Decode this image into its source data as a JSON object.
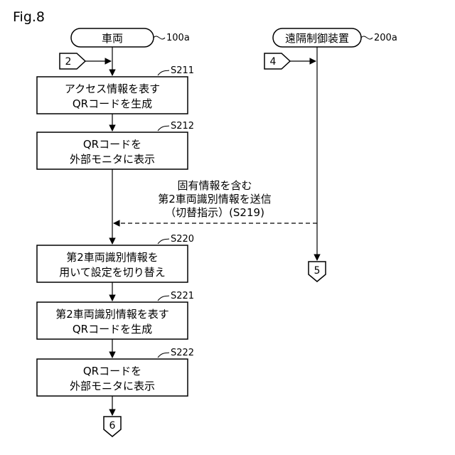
{
  "figure_label": "Fig.8",
  "vehicle": {
    "label": "車両",
    "ref": "100a"
  },
  "remote": {
    "label": "遠隔制御装置",
    "ref": "200a"
  },
  "connectors": {
    "in_vehicle": "2",
    "in_remote": "4",
    "out_remote": "5",
    "out_vehicle": "6"
  },
  "steps": [
    {
      "id": "S211",
      "lines": [
        "アクセス情報を表す",
        "QRコードを生成"
      ]
    },
    {
      "id": "S212",
      "lines": [
        "QRコードを",
        "外部モニタに表示"
      ]
    },
    {
      "id": "S220",
      "lines": [
        "第2車両識別情報を",
        "用いて設定を切り替え"
      ]
    },
    {
      "id": "S221",
      "lines": [
        "第2車両識別情報を表す",
        "QRコードを生成"
      ]
    },
    {
      "id": "S222",
      "lines": [
        "QRコードを",
        "外部モニタに表示"
      ]
    }
  ],
  "message": {
    "lines": [
      "固有情報を含む",
      "第2車両識別情報を送信",
      "（切替指示）(S219)"
    ]
  }
}
